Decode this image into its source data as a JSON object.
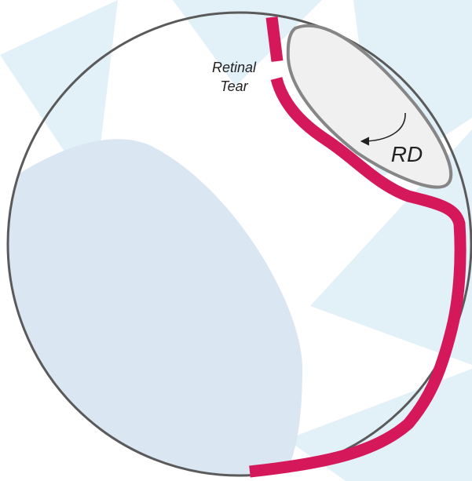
{
  "labels": {
    "retinal_tear_line1": "Retinal",
    "retinal_tear_line2": "Tear",
    "detachment": "RD"
  },
  "colors": {
    "background": "#ffffff",
    "ray": "#e2f0f8",
    "eye_interior_shading": "#dae6f2",
    "eye_outline": "#5a5a5a",
    "retina": "#d4185a",
    "detachment_fill": "#f0f0f0",
    "detachment_outline": "#868686",
    "text": "#222222"
  }
}
